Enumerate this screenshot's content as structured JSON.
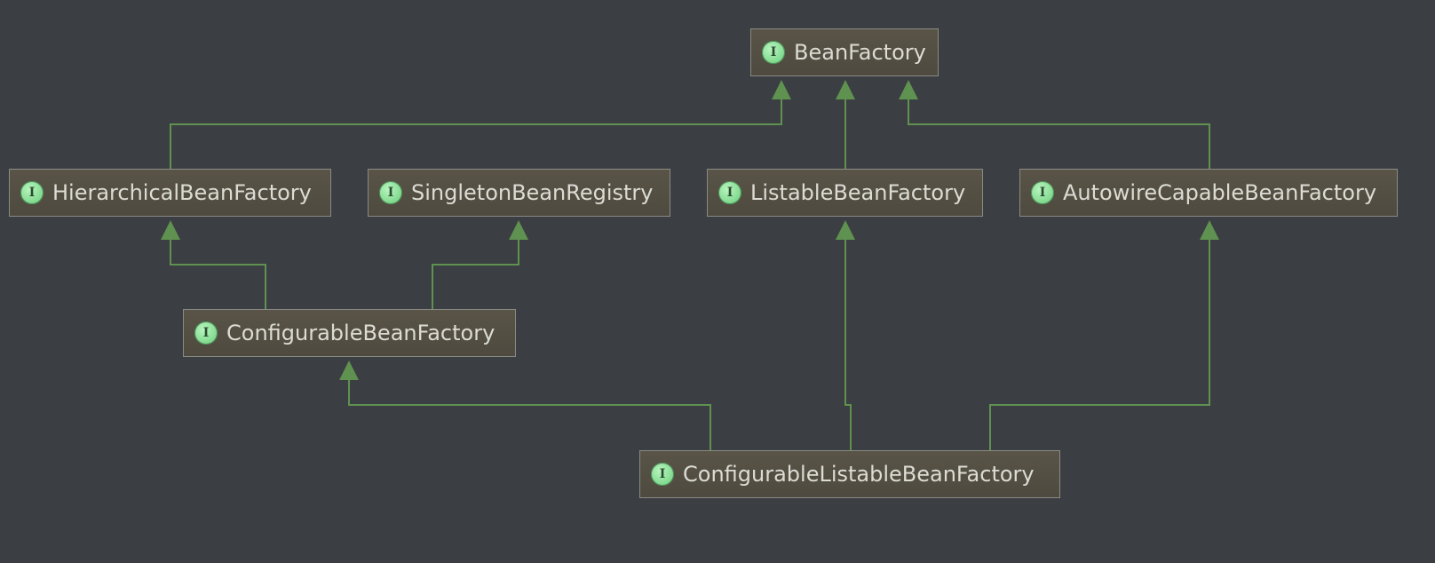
{
  "diagram": {
    "colors": {
      "background": "#3b3e42",
      "node_fill": "#545045",
      "node_border": "#8a8a84",
      "node_text": "#dcdcd4",
      "edge": "#5f9150",
      "interface_badge": "#7fd88d"
    },
    "nodes": [
      {
        "id": "bf",
        "name": "BeanFactory",
        "badge": "I",
        "badge_icon": "interface-icon"
      },
      {
        "id": "hbf",
        "name": "HierarchicalBeanFactory",
        "badge": "I",
        "badge_icon": "interface-icon"
      },
      {
        "id": "sbr",
        "name": "SingletonBeanRegistry",
        "badge": "I",
        "badge_icon": "interface-icon"
      },
      {
        "id": "lbf",
        "name": "ListableBeanFactory",
        "badge": "I",
        "badge_icon": "interface-icon"
      },
      {
        "id": "acbf",
        "name": "AutowireCapableBeanFactory",
        "badge": "I",
        "badge_icon": "interface-icon"
      },
      {
        "id": "cbf",
        "name": "ConfigurableBeanFactory",
        "badge": "I",
        "badge_icon": "interface-icon"
      },
      {
        "id": "clbf",
        "name": "ConfigurableListableBeanFactory",
        "badge": "I",
        "badge_icon": "interface-icon"
      }
    ],
    "edges": [
      {
        "from": "hbf",
        "to": "bf"
      },
      {
        "from": "lbf",
        "to": "bf"
      },
      {
        "from": "acbf",
        "to": "bf"
      },
      {
        "from": "cbf",
        "to": "hbf"
      },
      {
        "from": "cbf",
        "to": "sbr"
      },
      {
        "from": "clbf",
        "to": "cbf"
      },
      {
        "from": "clbf",
        "to": "lbf"
      },
      {
        "from": "clbf",
        "to": "acbf"
      }
    ]
  }
}
